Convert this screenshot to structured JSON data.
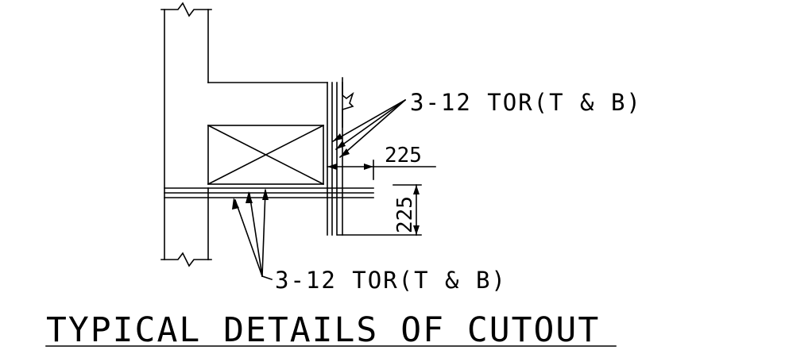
{
  "drawing": {
    "title": "TYPICAL DETAILS OF CUTOUT",
    "annotations": {
      "top_bars": "3-12 TOR(T & B)",
      "bottom_bars": "3-12 TOR(T & B)",
      "dim_horizontal": "225",
      "dim_vertical": "225"
    }
  }
}
